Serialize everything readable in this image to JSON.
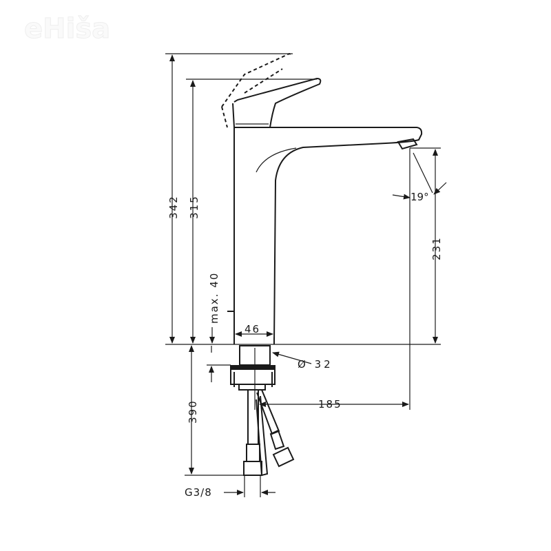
{
  "watermark": "eHiša",
  "dimensions": {
    "total_height": "342",
    "height_to_spout_top": "315",
    "spout_height": "231",
    "spout_angle": "19°",
    "max_deck": "max. 40",
    "body_width": "46",
    "shank_diameter": "Ø 32",
    "projection": "185",
    "hose_length": "390",
    "connection": "G3/8"
  }
}
